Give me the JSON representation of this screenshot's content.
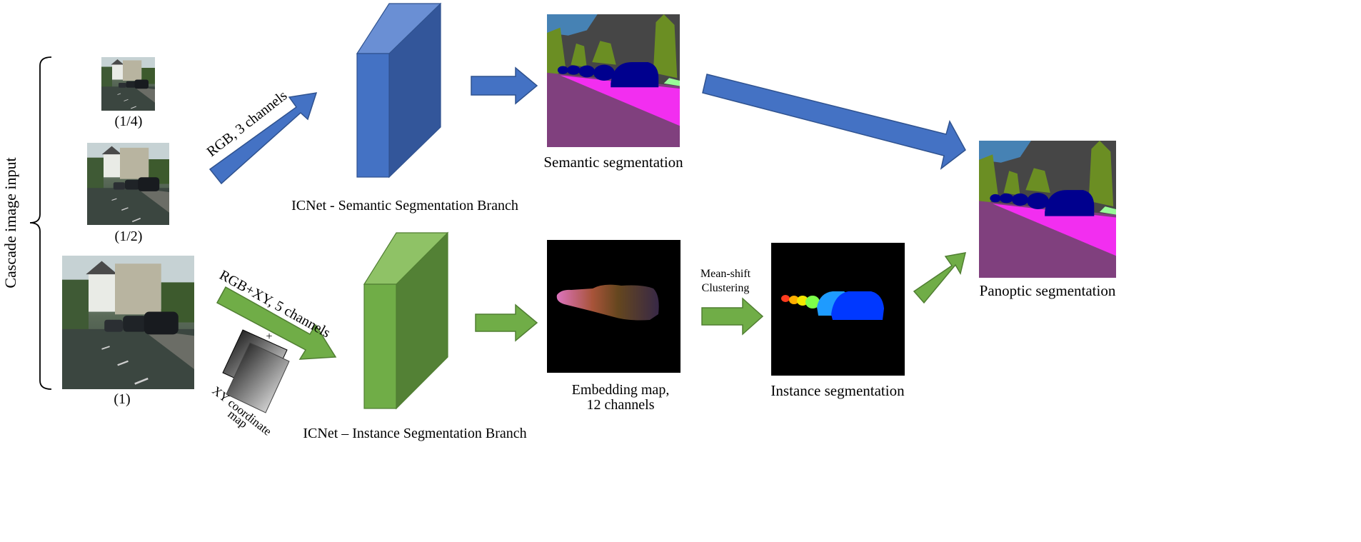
{
  "input_group": {
    "label": "Cascade image input",
    "scales": [
      "(1/4)",
      "(1/2)",
      "(1)"
    ]
  },
  "semantic_branch": {
    "arrow_label": "RGB, 3 channels",
    "network_label": "ICNet - Semantic Segmentation Branch",
    "output_label": "Semantic segmentation"
  },
  "instance_branch": {
    "arrow_label": "RGB+XY, 5 channels",
    "coord_map_label_line1": "XY coordinate",
    "coord_map_label_line2": "map",
    "coord_map_plus": "+",
    "network_label": "ICNet – Instance Segmentation Branch",
    "embedding_label_line1": "Embedding map,",
    "embedding_label_line2": "12 channels",
    "clustering_label_line1": "Mean-shift",
    "clustering_label_line2": "Clustering",
    "output_label": "Instance segmentation"
  },
  "final_output": {
    "label": "Panoptic segmentation"
  },
  "colors": {
    "blue_block_front": "#4472c4",
    "blue_block_top": "#6a8fd4",
    "blue_block_side": "#33569a",
    "green_block_front": "#70ad47",
    "green_block_top": "#8fc266",
    "green_block_side": "#538135",
    "road": "#80407e",
    "sidewalk": "#f22ef0",
    "building": "#464646",
    "vegetation": "#6b8e23",
    "sky": "#4682b4",
    "car": "#00008e",
    "terrain": "#98fb98"
  }
}
